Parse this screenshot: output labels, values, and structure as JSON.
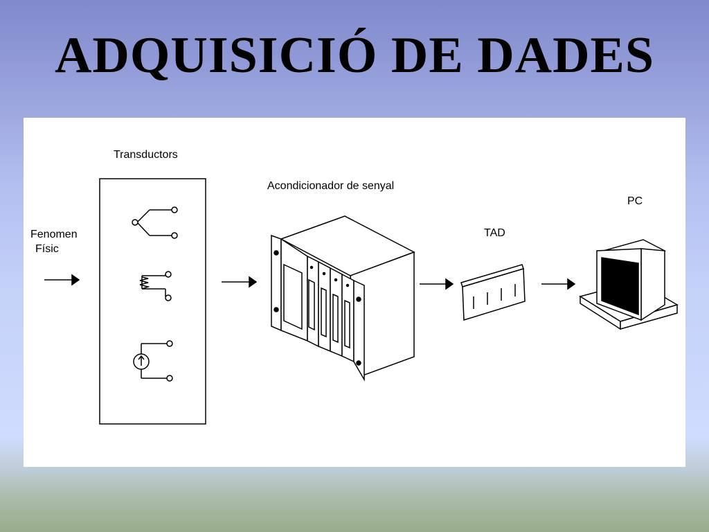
{
  "slide": {
    "title": "ADQUISICIÓ DE DADES"
  },
  "diagram": {
    "labels": {
      "fenomen_line1": "Fenomen",
      "fenomen_line2": "Físic",
      "transductors": "Transductors",
      "acondicionador": "Acondicionador de senyal",
      "tad": "TAD",
      "pc": "PC"
    }
  },
  "colors": {
    "background_top": "#8089cc",
    "background_bottom": "#97ad8c",
    "panel": "#ffffff",
    "ink": "#000000"
  }
}
